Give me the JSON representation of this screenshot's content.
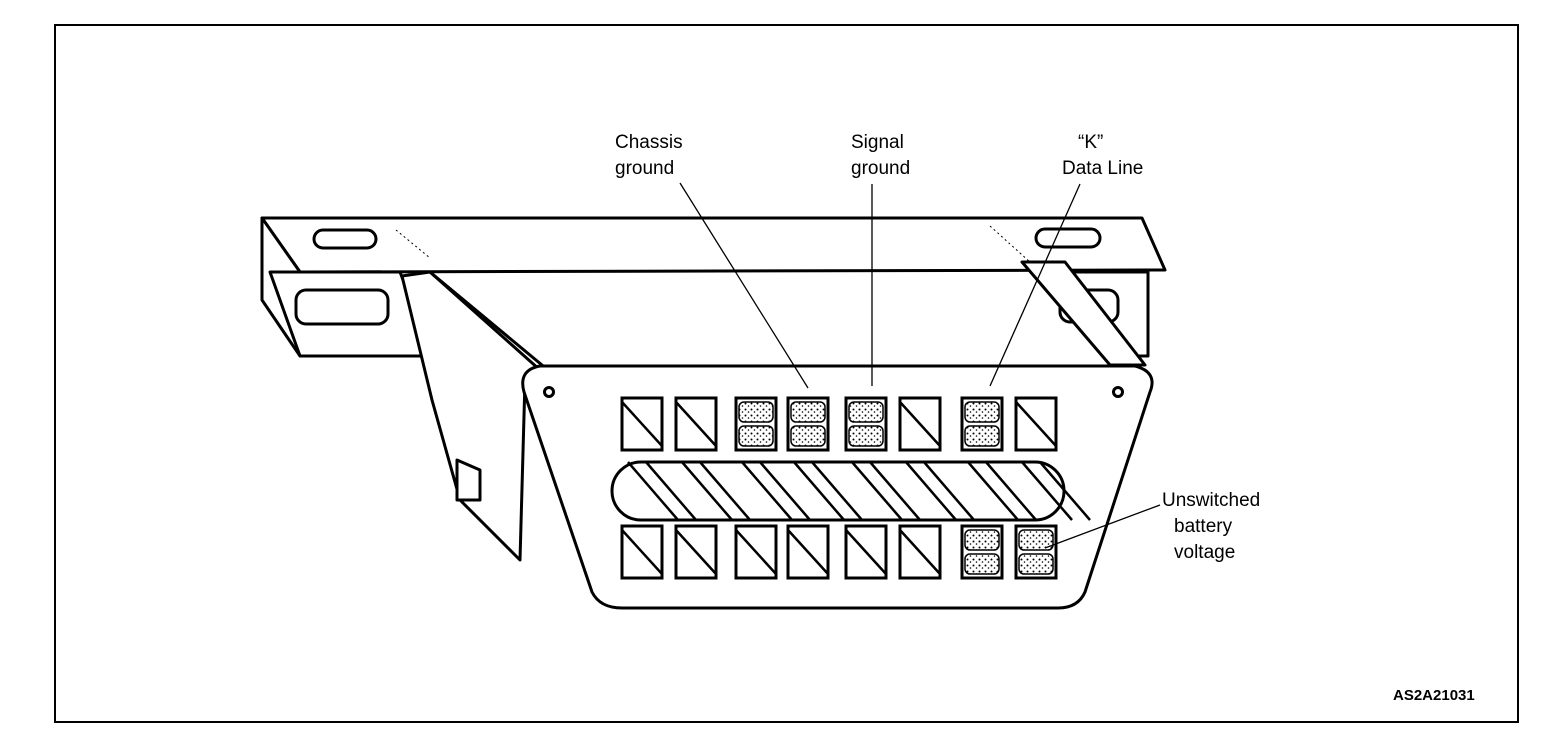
{
  "labels": {
    "chassis_ground": [
      "Chassis",
      "ground"
    ],
    "signal_ground": [
      "Signal",
      "ground"
    ],
    "k_data_line": [
      "“K”",
      "Data Line"
    ],
    "unswitched_battery": [
      "Unswitched",
      "battery",
      "voltage"
    ]
  },
  "figure_code": "AS2A21031",
  "connector": {
    "top_row_pins": [
      1,
      2,
      3,
      4,
      5,
      6,
      7,
      8
    ],
    "bottom_row_pins": [
      9,
      10,
      11,
      12,
      13,
      14,
      15,
      16
    ],
    "populated_top": [
      3,
      4,
      5,
      7
    ],
    "populated_bottom": [
      15,
      16
    ]
  }
}
